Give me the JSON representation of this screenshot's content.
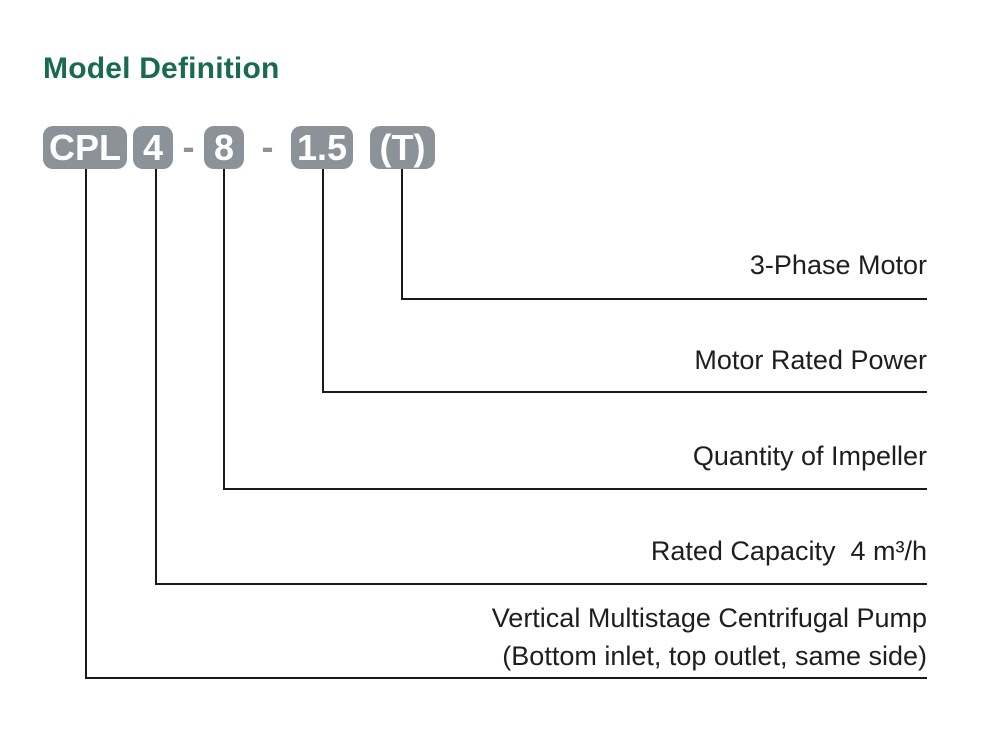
{
  "title": "Model Definition",
  "colors": {
    "title_green": "#186b4d",
    "box_gray": "#8b9399",
    "box_text": "#ffffff",
    "connector_line": "#1a1a1a",
    "label_text": "#1e1e1e",
    "background": "#ffffff"
  },
  "model_code": {
    "segments": [
      {
        "text": "CPL",
        "type": "box"
      },
      {
        "text": "4",
        "type": "box"
      },
      {
        "text": "-",
        "type": "separator"
      },
      {
        "text": "8",
        "type": "box"
      },
      {
        "text": "-",
        "type": "separator"
      },
      {
        "text": "1.5",
        "type": "box"
      },
      {
        "text": "(T)",
        "type": "box"
      }
    ]
  },
  "callouts": [
    {
      "segment": "(T)",
      "label": "3-Phase Motor"
    },
    {
      "segment": "1.5",
      "label": "Motor Rated Power"
    },
    {
      "segment": "8",
      "label": "Quantity of Impeller"
    },
    {
      "segment": "4",
      "label": "Rated Capacity  4 m³/h"
    },
    {
      "segment": "CPL",
      "lines": [
        "Vertical Multistage Centrifugal Pump",
        "(Bottom inlet, top outlet, same side)"
      ]
    }
  ]
}
